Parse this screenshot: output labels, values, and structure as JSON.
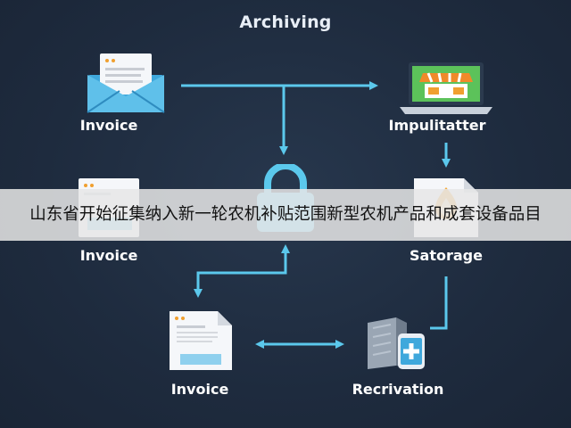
{
  "diagram": {
    "title": "Archiving",
    "nodes": {
      "invoice_top": {
        "label": "Invoice",
        "icon": "envelope-invoice-icon"
      },
      "impulitatter": {
        "label": "Impulitatter",
        "icon": "laptop-store-icon"
      },
      "lock": {
        "label": "",
        "icon": "padlock-icon"
      },
      "invoice_mid": {
        "label": "Invoice",
        "icon": "invoice-document-icon"
      },
      "satorage": {
        "label": "Satorage",
        "icon": "storage-document-icon"
      },
      "invoice_bottom": {
        "label": "Invoice",
        "icon": "invoice-document-icon"
      },
      "recrivation": {
        "label": "Recrivation",
        "icon": "server-phone-icon"
      }
    },
    "colors": {
      "background": "#1e2b3e",
      "arrow": "#5bc8ec",
      "label": "#ffffff"
    }
  },
  "overlay": {
    "banner_text": "山东省开始征集纳入新一轮农机补贴范围新型农机产品和成套设备品目"
  }
}
